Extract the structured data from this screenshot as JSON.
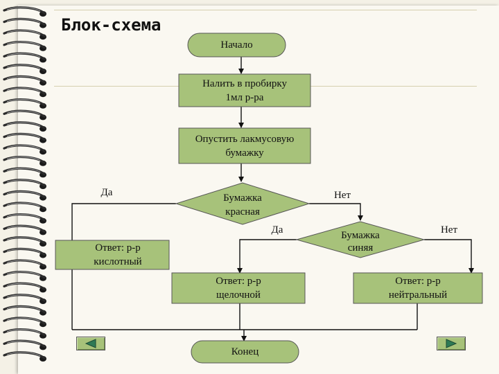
{
  "title": "Блок-схема",
  "flowchart": {
    "start": "Начало",
    "step1": [
      "Налить в пробирку",
      "1мл р-ра"
    ],
    "step2": [
      "Опустить лакмусовую",
      "бумажку"
    ],
    "decision1": [
      "Бумажка",
      "красная"
    ],
    "decision1_yes": "Да",
    "decision1_no": "Нет",
    "decision2": [
      "Бумажка",
      "синяя"
    ],
    "decision2_yes": "Да",
    "decision2_no": "Нет",
    "result_acid": [
      "Ответ: р-р",
      "кислотный"
    ],
    "result_alkaline": [
      "Ответ: р-р",
      "щелочной"
    ],
    "result_neutral": [
      "Ответ: р-р",
      "нейтральный"
    ],
    "end": "Конец"
  },
  "colors": {
    "shape_fill": "#a7c27a",
    "shape_border": "#555555",
    "spiral": "#2b2b2b",
    "paper": "#faf8f1"
  },
  "icons": [
    "back-triangle-icon",
    "forward-triangle-icon"
  ]
}
